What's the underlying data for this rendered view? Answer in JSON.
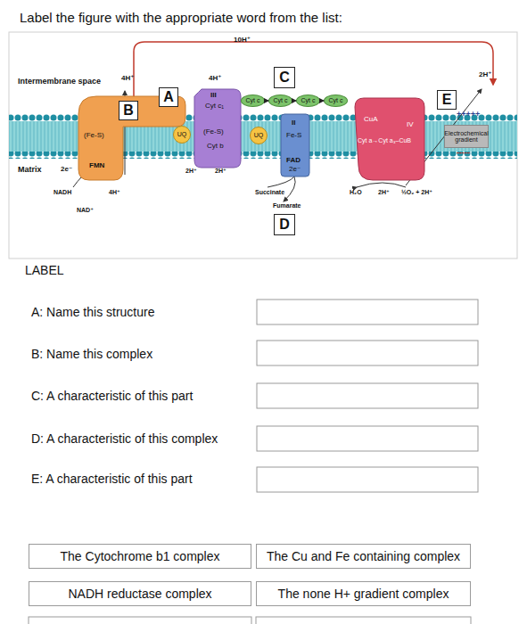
{
  "diagram": {
    "title": "Label the figure with the appropriate word from the list:",
    "nodes": [
      {
        "text": [
          "(Fe-S)",
          "FMN"
        ]
      },
      {
        "text": [
          "B"
        ]
      },
      {
        "text": [
          "A"
        ]
      },
      {
        "text": [
          "UQ"
        ]
      },
      {
        "text": [
          "III",
          "Cyt c₁",
          "(Fe-S)",
          "Cyt b"
        ]
      },
      {
        "text": [
          "C"
        ]
      },
      {
        "text": [
          "Cyt c"
        ]
      },
      {
        "text": [
          "Cyt c"
        ]
      },
      {
        "text": [
          "Cyt c"
        ]
      },
      {
        "text": [
          "Cyt c"
        ]
      },
      {
        "text": [
          "UQ"
        ]
      },
      {
        "text": [
          "II",
          "Fe-S",
          "FAD",
          "2e⁻"
        ]
      },
      {
        "text": [
          "D"
        ]
      },
      {
        "text": [
          "CuA",
          "IV",
          "Cyt a→Cyt a₃–CuB"
        ]
      },
      {
        "text": [
          "E"
        ]
      },
      {
        "text": [
          "Electrochemical gradient"
        ]
      },
      {
        "text": [
          "The Cytochrome b1 complex"
        ]
      },
      {
        "text": [
          "The Cu and Fe containing complex"
        ]
      },
      {
        "text": [
          "NADH reductase complex"
        ]
      },
      {
        "text": [
          "The none H+ gradient complex"
        ]
      }
    ],
    "edges": [
      {
        "from": 6,
        "to": 7,
        "arrow": "to"
      },
      {
        "from": 7,
        "to": 8,
        "arrow": "to"
      },
      {
        "from": 8,
        "to": 9,
        "arrow": "to"
      }
    ],
    "labels": [
      "10H⁺",
      "Intermembrane space",
      "4H⁺",
      "4H⁺",
      "2H⁺",
      "Matrix",
      "2e⁻",
      "NADH",
      "NAD⁺",
      "4H⁺",
      "2H⁺",
      "2H⁺",
      "Succinate",
      "Fumarate",
      "H₂O",
      "2H⁺",
      "½O₂ + 2H⁺",
      "+++++",
      "-----",
      "LABEL",
      "A: Name this structure",
      "B: Name this complex",
      "C: A characteristic of this part",
      "D: A characteristic of this complex",
      "E: A characteristic of this part"
    ]
  }
}
